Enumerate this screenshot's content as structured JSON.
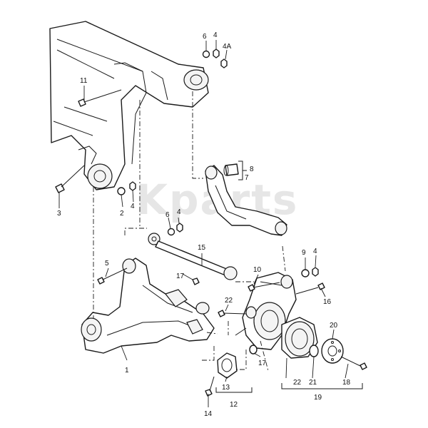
{
  "watermark": "Kparts",
  "callouts": {
    "c1": "1",
    "c2": "2",
    "c3": "3",
    "c4a": "4",
    "c4b": "4",
    "c4c": "4",
    "c4d": "4",
    "c4A": "4A",
    "c5": "5",
    "c6a": "6",
    "c6b": "6",
    "c7": "7",
    "c8": "8",
    "c9": "9",
    "c10": "10",
    "c11": "11",
    "c12": "12",
    "c13": "13",
    "c14": "14",
    "c15": "15",
    "c16": "16",
    "c17a": "17",
    "c17b": "17",
    "c18": "18",
    "c19": "19",
    "c20": "20",
    "c21": "21",
    "c22a": "22",
    "c22b": "22"
  }
}
